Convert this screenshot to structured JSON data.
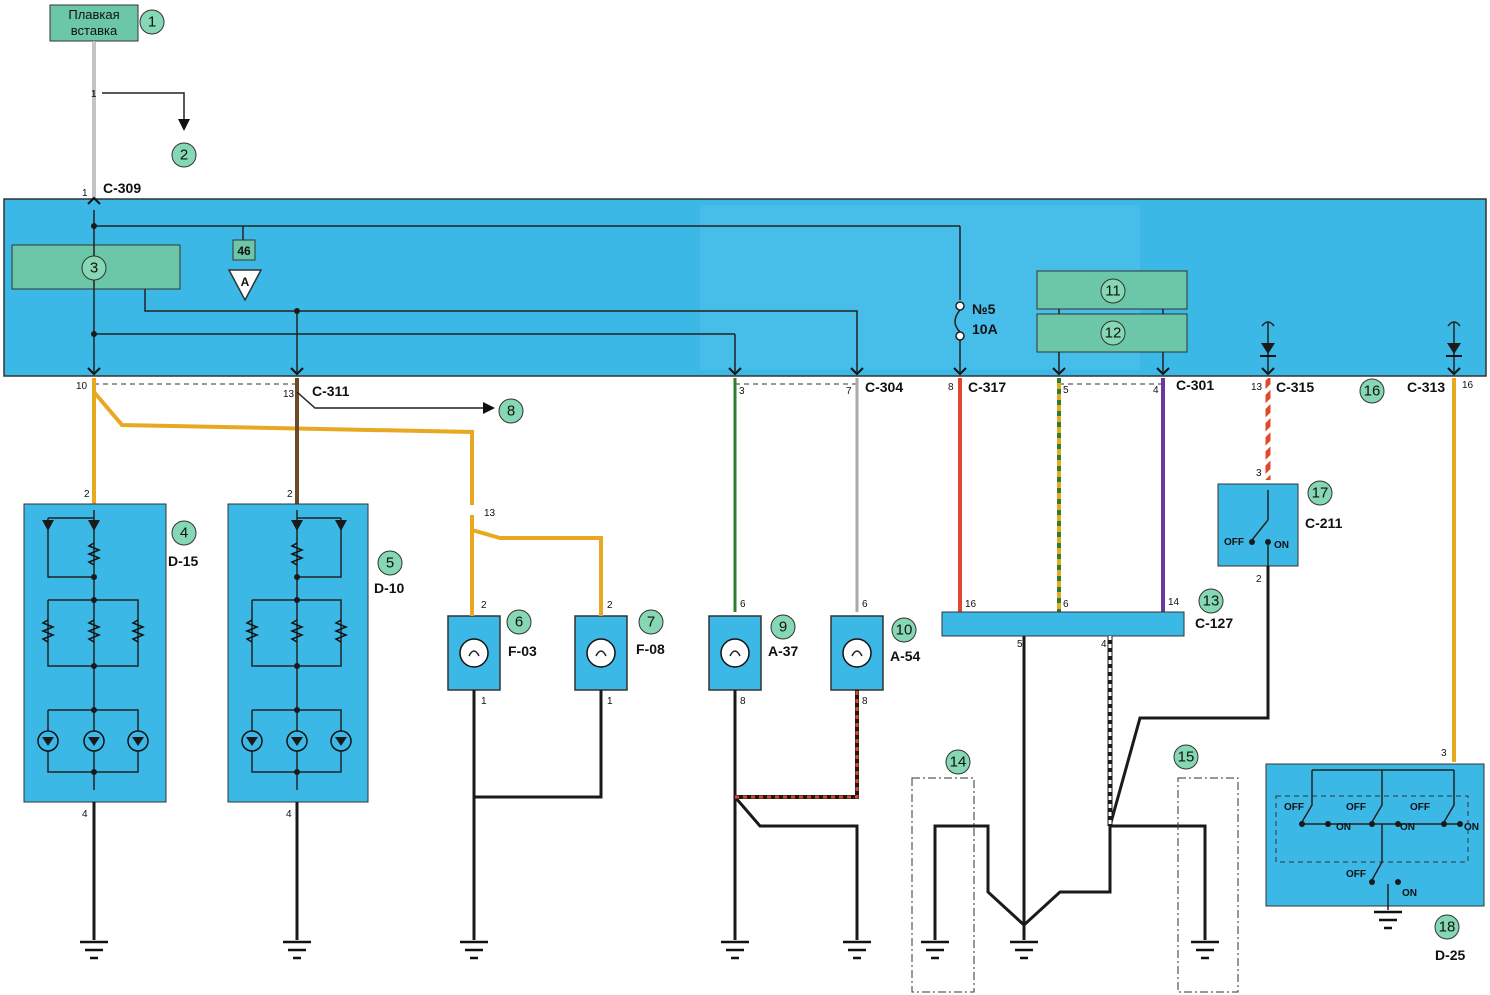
{
  "fuse_block": {
    "label": "Плавкая вставка"
  },
  "connectors": {
    "c309": "C-309",
    "c311": "C-311",
    "c304": "C-304",
    "c317": "C-317",
    "c301": "C-301",
    "c315": "C-315",
    "c313": "C-313",
    "c211": "C-211",
    "c127": "C-127"
  },
  "fuse": {
    "number": "№5",
    "rating": "10A"
  },
  "ground_ref": {
    "box": "46",
    "triangle": "A"
  },
  "components": {
    "d15": "D-15",
    "d10": "D-10",
    "f03": "F-03",
    "f08": "F-08",
    "a37": "A-37",
    "a54": "A-54",
    "d25": "D-25"
  },
  "callouts": [
    "1",
    "2",
    "3",
    "4",
    "5",
    "6",
    "7",
    "8",
    "9",
    "10",
    "11",
    "12",
    "13",
    "14",
    "15",
    "16",
    "17",
    "18"
  ],
  "pins": {
    "p1": "1",
    "p10": "10",
    "p13": "13",
    "p3": "3",
    "p7": "7",
    "p8": "8",
    "p5": "5",
    "p4": "4",
    "p16": "16",
    "p2": "2",
    "p6": "6",
    "p14": "14"
  },
  "switch": {
    "off": "OFF",
    "on": "ON"
  },
  "colors": {
    "panel": "#3cb8e6",
    "module": "#6cc7a8",
    "callout": "#86d7b4",
    "wire_yellow": "#e8a820",
    "wire_brown": "#6b4a2a",
    "wire_green": "#2e7d32",
    "wire_red": "#e0482a",
    "wire_purple": "#6a3a9a",
    "wire_ground": "#1a1a1a"
  }
}
